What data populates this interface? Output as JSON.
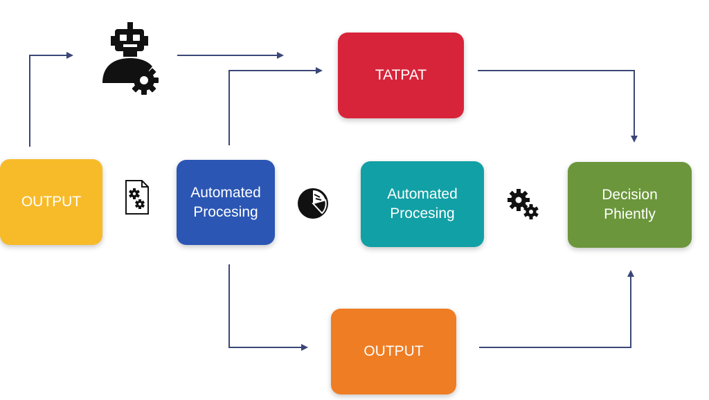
{
  "nodes": {
    "output_left": {
      "label": "OUTPUT",
      "color": "#f7bb2a"
    },
    "tatpat": {
      "label": "TATPAT",
      "color": "#d8243a"
    },
    "automated_blue": {
      "label": "Automated\nProcesing",
      "color": "#2b56b4"
    },
    "automated_teal": {
      "label": "Automated\nProcesing",
      "color": "#11a0a5"
    },
    "decision": {
      "label": "Decision\nPhiently",
      "color": "#6b963b"
    },
    "output_bottom": {
      "label": "OUTPUT",
      "color": "#ef7d24"
    }
  },
  "colors": {
    "arrow": "#3a4677",
    "icon": "#111111"
  },
  "icons": [
    "robot-user-gear-icon",
    "document-gears-icon",
    "pie-chart-icon",
    "gears-icon"
  ]
}
